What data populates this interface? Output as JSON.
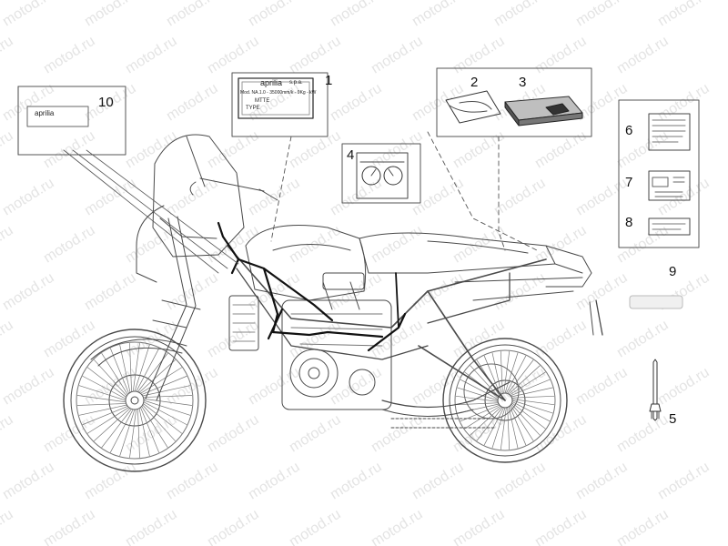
{
  "watermark": {
    "text": "motod.ru",
    "color": "#e4e4e4"
  },
  "callouts": [
    "1",
    "2",
    "3",
    "4",
    "5",
    "6",
    "7",
    "8",
    "9",
    "10"
  ],
  "labels": {
    "plate_brand": "aprilia",
    "plate_suffix": "s.p.a.",
    "plate_line": "Mod. NA.1.0 - 35000mm/k - 9Kg - kW",
    "plate_mtte": "MTTE",
    "plate_type": "TYPE",
    "decal_brand": "aprilia"
  },
  "icons": [
    "motorcycle-drawing",
    "key-icon",
    "manual-booklet-icon",
    "instrument-panel-icon",
    "rivet-icon"
  ]
}
